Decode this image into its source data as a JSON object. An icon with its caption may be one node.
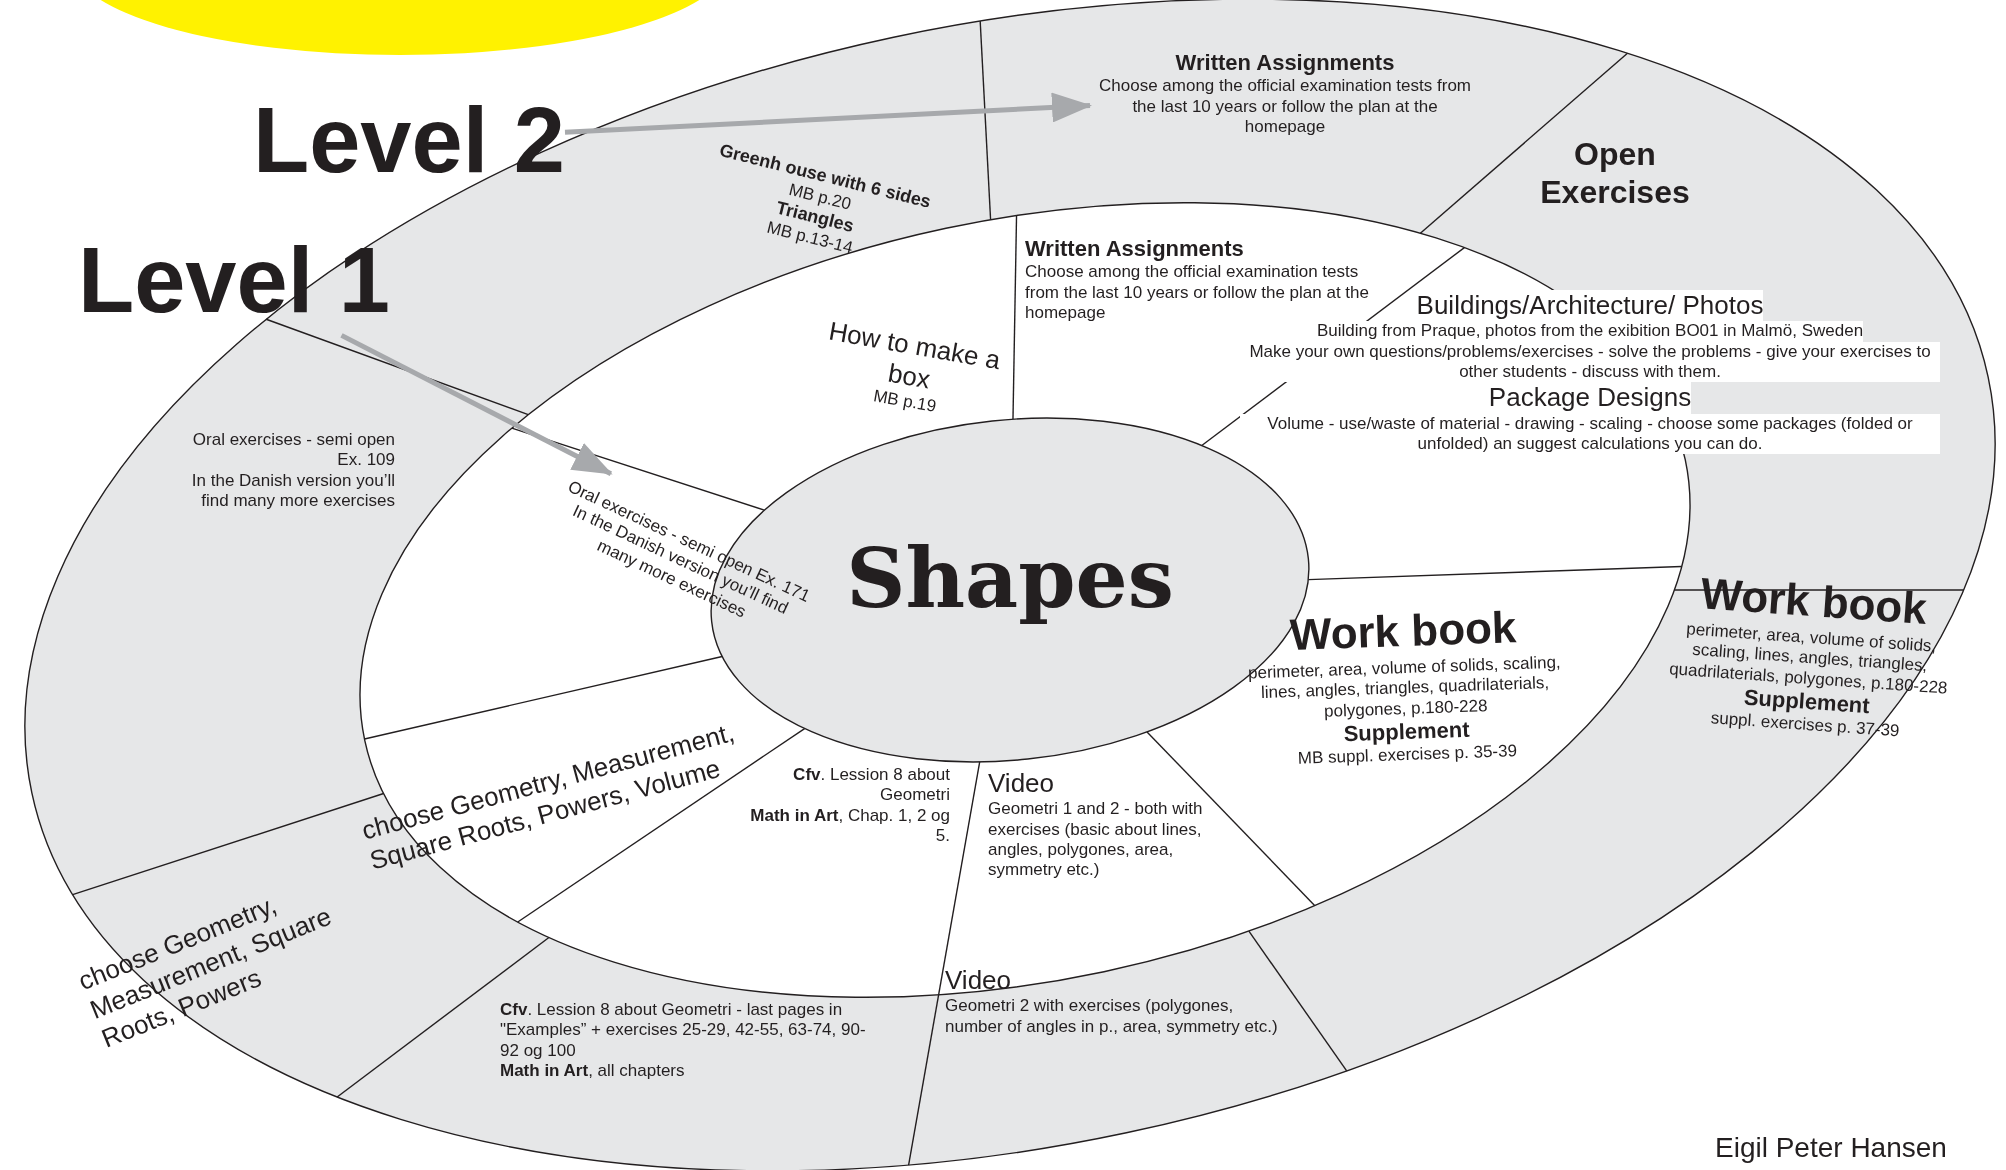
{
  "diagram": {
    "nodes": [
      {
        "text": [
          "Shapes"
        ]
      },
      {
        "text": [
          "Greenh ouse with 6 sides",
          "MB p.20",
          "Triangles",
          "MB p.13-14"
        ]
      },
      {
        "text": [
          "Written Assignments",
          "Choose among the official examination tests from the last 10 years or follow the plan at the homepage"
        ]
      },
      {
        "text": [
          "Open Exercises"
        ]
      },
      {
        "text": [
          "Work book",
          "perimeter, area, volume of solids, scaling, lines, angles, triangles, quadrilaterials, polygones, p.180-228",
          "Supplement",
          "suppl. exercises p. 37-39"
        ]
      },
      {
        "text": [
          "Video",
          "Geometri 2 with exercises (polygones, number of angles in p., area, symmetry etc.)"
        ]
      },
      {
        "text": [
          "**Cfv**. Lession 8 about Geometri - last pages in \"Examples” + exercises 25-29, 42-55, 63-74, 90-92 og 100",
          "**Math in Art**, all chapters"
        ]
      },
      {
        "text": [
          "choose Geometry, Measurement, Square Roots, Powers"
        ]
      },
      {
        "text": [
          "Oral exercises - semi open Ex. 109",
          "In the Danish version you’ll find many more exercises"
        ]
      },
      {
        "text": [
          "How to make a box",
          "MB p.19"
        ]
      },
      {
        "text": [
          "Written Assignments",
          "Choose among the official examination tests from the last 10 years or follow the plan at the homepage"
        ]
      },
      {
        "text": [
          "Buildings/Architecture/ Photos",
          "Building from Praque, photos from the exibition BO01 in Malmö, Sweden",
          "Make your own questions/problems/exercises - solve the problems - give your exercises to other students - discuss with them.",
          "Package Designs",
          "Volume - use/waste of material - drawing - scaling - choose some packages (folded or unfolded) an suggest calculations you can do."
        ]
      },
      {
        "text": [
          "Work book",
          "perimeter, area, volume of solids, scaling, lines, angles, triangles, quadrilaterials, polygones, p.180-228",
          "Supplement",
          "MB suppl. exercises p. 35-39"
        ]
      },
      {
        "text": [
          "Video",
          "Geometri 1 and 2 - both with exercises (basic about lines, angles, polygones, area, symmetry etc.)"
        ]
      },
      {
        "text": [
          "**Cfv**. Lession 8 about Geometri",
          "**Math in Art**, Chap. 1, 2 og 5."
        ]
      },
      {
        "text": [
          "choose Geometry, Measurement, Square Roots, Powers, Volume"
        ]
      },
      {
        "text": [
          "Oral exercises - semi open Ex. 171",
          "In the Danish version you’ll find many more exercises"
        ]
      },
      {
        "text": [
          "Level 2"
        ]
      },
      {
        "text": [
          "Level 1"
        ]
      }
    ],
    "edges": [
      {
        "from": 17,
        "to": 2,
        "arrow": "to"
      },
      {
        "from": 18,
        "to": 16,
        "arrow": "to"
      }
    ],
    "labels": [
      "Eigil Peter Hansen"
    ]
  }
}
